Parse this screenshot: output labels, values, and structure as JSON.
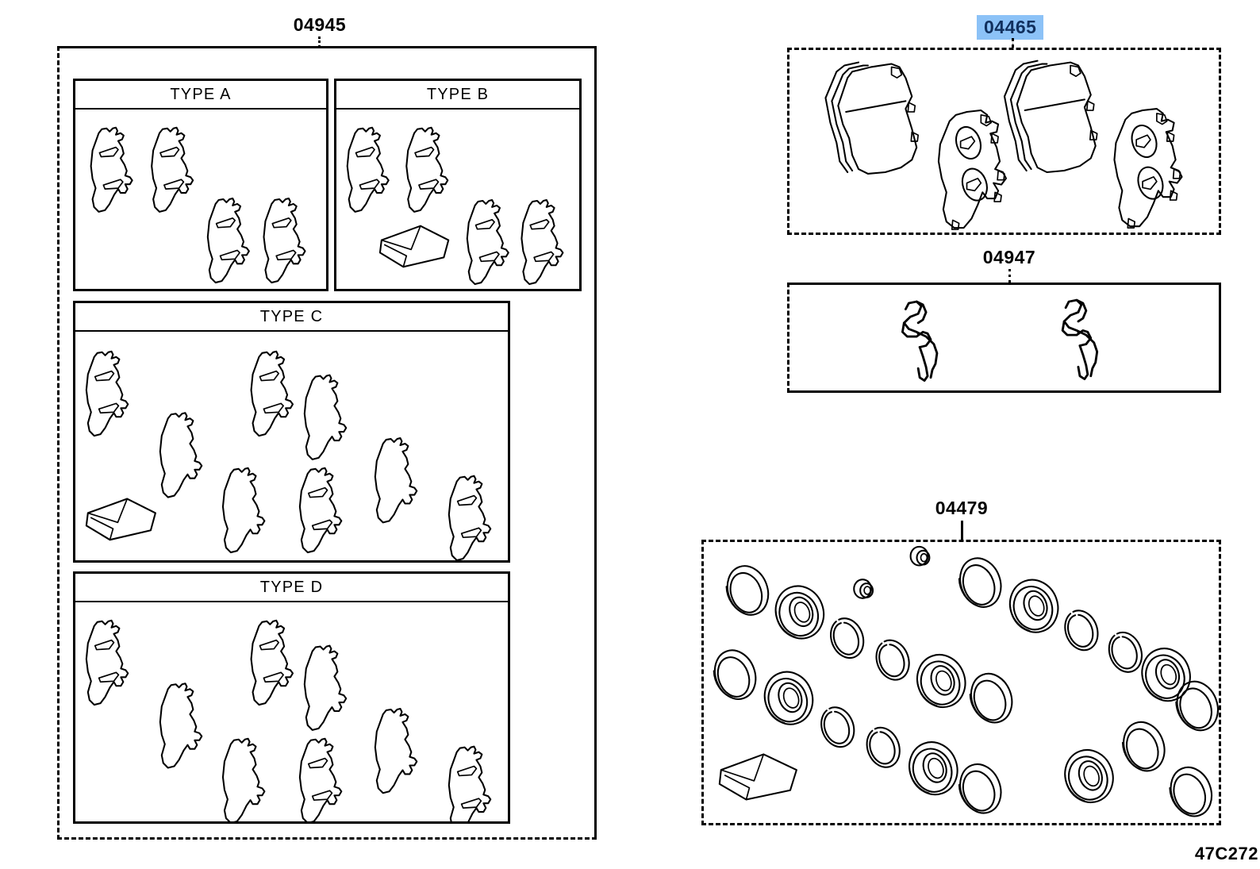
{
  "diagram": {
    "figure_code": "47C272",
    "groups": [
      {
        "id": "04945",
        "label": "04945",
        "highlighted": false,
        "name": "shim-kit-group",
        "subpanels": [
          {
            "id": "type-a",
            "label": "TYPE A",
            "shims": 4,
            "plain_shims": 0,
            "grease_packet": false
          },
          {
            "id": "type-b",
            "label": "TYPE B",
            "shims": 4,
            "plain_shims": 0,
            "grease_packet": true
          },
          {
            "id": "type-c",
            "label": "TYPE C",
            "shims": 4,
            "plain_shims": 4,
            "grease_packet": true
          },
          {
            "id": "type-d",
            "label": "TYPE D",
            "shims": 4,
            "plain_shims": 4,
            "grease_packet": false
          }
        ]
      },
      {
        "id": "04465",
        "label": "04465",
        "highlighted": true,
        "name": "front-brake-pad-kit",
        "contents": {
          "pad_pairs": 2,
          "backing_plates": 2
        }
      },
      {
        "id": "04947",
        "label": "04947",
        "highlighted": false,
        "name": "pad-support-plate-kit",
        "contents": {
          "clips": 2
        }
      },
      {
        "id": "04479",
        "label": "04479",
        "highlighted": false,
        "name": "caliper-seal-kit",
        "contents": {
          "piston_seals": 6,
          "dust_boots": 6,
          "snap_rings": 6,
          "bleeder_caps": 2,
          "grease_packet": true
        }
      }
    ]
  },
  "colors": {
    "line": "#000000",
    "background": "#ffffff",
    "highlight_fill": "#8cc2f7",
    "highlight_text": "#11305e"
  }
}
